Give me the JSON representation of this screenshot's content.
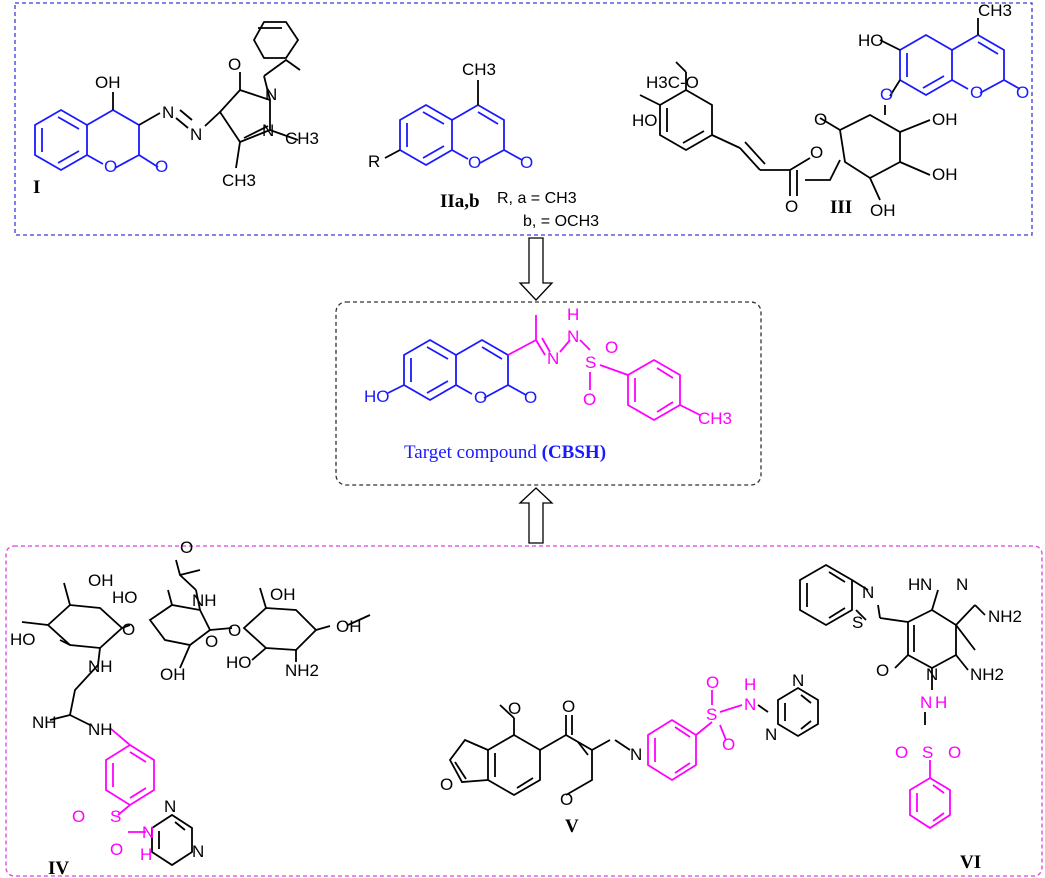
{
  "colors": {
    "scaffold": "#1a1aff",
    "sulfonamide": "#ff00ff",
    "black": "#000000",
    "top_border": "#3a3ad8",
    "bottom_border": "#e040e0",
    "center_border": "#333333"
  },
  "compounds": {
    "I": {
      "id": "I",
      "oh": "OH",
      "o_ring": "O",
      "n1": "N",
      "n2": "N",
      "pyr_o": "O",
      "pyr_n1": "N",
      "pyr_n2": "N",
      "ch3a": "CH3",
      "ch3b": "CH3",
      "ring_o": "O",
      "carbonyl_o": "O"
    },
    "II": {
      "id": "IIa,b",
      "r": "R",
      "ch3": "CH3",
      "ring_o": "O",
      "carbonyl_o": "O",
      "line_a": "R, a = CH3",
      "line_b": "b, = OCH3"
    },
    "III": {
      "id": "III",
      "h3co": "H3C-O",
      "ho1": "HO",
      "ho2": "HO",
      "ch3": "CH3",
      "o1": "O",
      "ring_o": "O",
      "carbonyl_o": "O",
      "ester_o": "O",
      "ester_co": "O",
      "sugar_o": "O",
      "oh1": "OH",
      "oh2": "OH",
      "oh3": "OH"
    },
    "CBSH": {
      "label_prefix": "Target compound ",
      "label_bold": "(CBSH)",
      "ho": "HO",
      "ring_o": "O",
      "carbonyl_o": "O",
      "n1": "N",
      "nh": "N",
      "h": "H",
      "s": "S",
      "o1": "O",
      "o2": "O",
      "ch3": "CH3"
    },
    "IV": {
      "id": "IV",
      "oh1": "OH",
      "oh2": "OH",
      "oh3": "OH",
      "oh4": "OH",
      "ho1": "HO",
      "ho2": "HO",
      "ho3": "HO",
      "nh1": "NH",
      "nh2": "NH",
      "nh3": "NH",
      "nh2_group": "NH2",
      "o1": "O",
      "o2": "O",
      "o3": "O",
      "s": "S",
      "so1": "O",
      "so2": "O",
      "n_pyr1": "N",
      "n_pyr2": "N",
      "nh_s": "N",
      "h_s": "H",
      "amide_o": "O"
    },
    "V": {
      "id": "V",
      "ome": "O",
      "c_o": "O",
      "furan_o": "O",
      "pyran_o": "O",
      "n_imine": "N",
      "s": "S",
      "so1": "O",
      "so2": "O",
      "nh": "N",
      "h": "H",
      "n_pyr1": "N",
      "n_pyr2": "N"
    },
    "VI": {
      "id": "VI",
      "s_btz": "S",
      "n_btz": "N",
      "n_h": "N",
      "h": "H",
      "n_pz": "N",
      "nh2a": "NH2",
      "nh2b": "NH2",
      "n_pyr": "N",
      "co": "O",
      "nh": "N",
      "h2": "H",
      "s": "S",
      "so1": "O",
      "so2": "O"
    }
  }
}
